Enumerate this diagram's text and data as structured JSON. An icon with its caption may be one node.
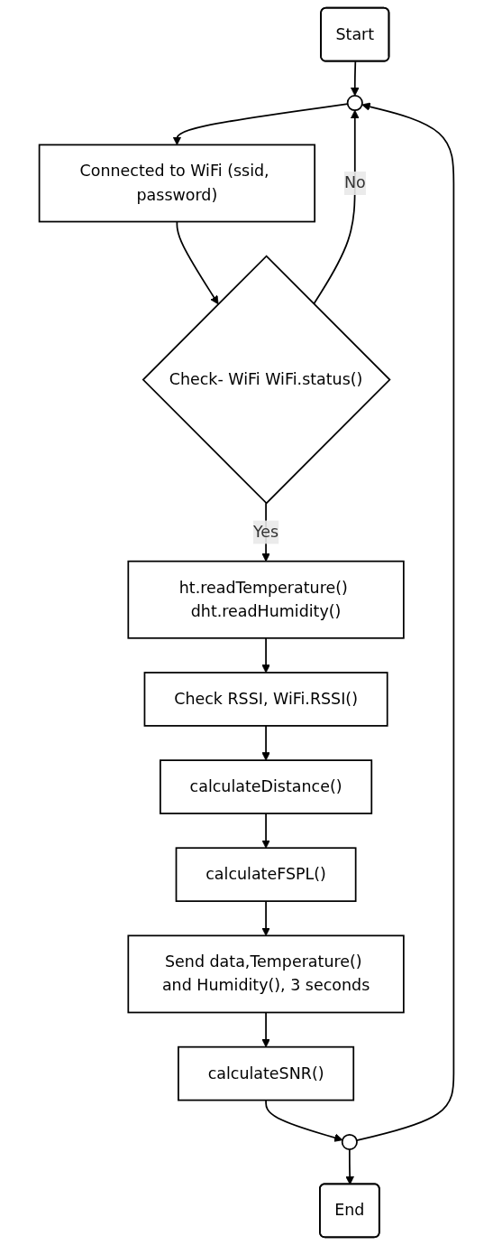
{
  "diagram": {
    "nodes": [
      {
        "text": [
          "Start"
        ]
      },
      {
        "text": [],
        "shape": "circle"
      },
      {
        "text": [
          "Connected to WiFi (ssid, password)"
        ]
      },
      {
        "text": [
          "Check- WiFi WiFi.status()"
        ]
      },
      {
        "text": [
          "ht.readTemperature() dht.readHumidity()"
        ]
      },
      {
        "text": [
          "Check RSSI, WiFi.RSSI()"
        ]
      },
      {
        "text": [
          "calculateDistance()"
        ]
      },
      {
        "text": [
          "calculateFSPL()"
        ]
      },
      {
        "text": [
          "Send data,Temperature() and Humidity(), 3 seconds"
        ]
      },
      {
        "text": [
          "calculateSNR()"
        ]
      },
      {
        "text": [],
        "shape": "circle"
      },
      {
        "text": [
          "End"
        ]
      }
    ],
    "edges": [
      {
        "from": 0,
        "to": 1,
        "arrow": "to"
      },
      {
        "from": 1,
        "to": 2,
        "arrow": "to"
      },
      {
        "from": 2,
        "to": 3,
        "arrow": "to"
      },
      {
        "from": 3,
        "to": 1,
        "label": "No",
        "arrow": "to"
      },
      {
        "from": 3,
        "to": 4,
        "label": "Yes",
        "arrow": "to"
      },
      {
        "from": 4,
        "to": 5,
        "arrow": "to"
      },
      {
        "from": 5,
        "to": 6,
        "arrow": "to"
      },
      {
        "from": 6,
        "to": 7,
        "arrow": "to"
      },
      {
        "from": 7,
        "to": 8,
        "arrow": "to"
      },
      {
        "from": 8,
        "to": 9,
        "arrow": "to"
      },
      {
        "from": 9,
        "to": 10,
        "arrow": "to"
      },
      {
        "from": 10,
        "to": 1,
        "arrow": "to"
      },
      {
        "from": 10,
        "to": 11,
        "arrow": "to"
      }
    ]
  }
}
